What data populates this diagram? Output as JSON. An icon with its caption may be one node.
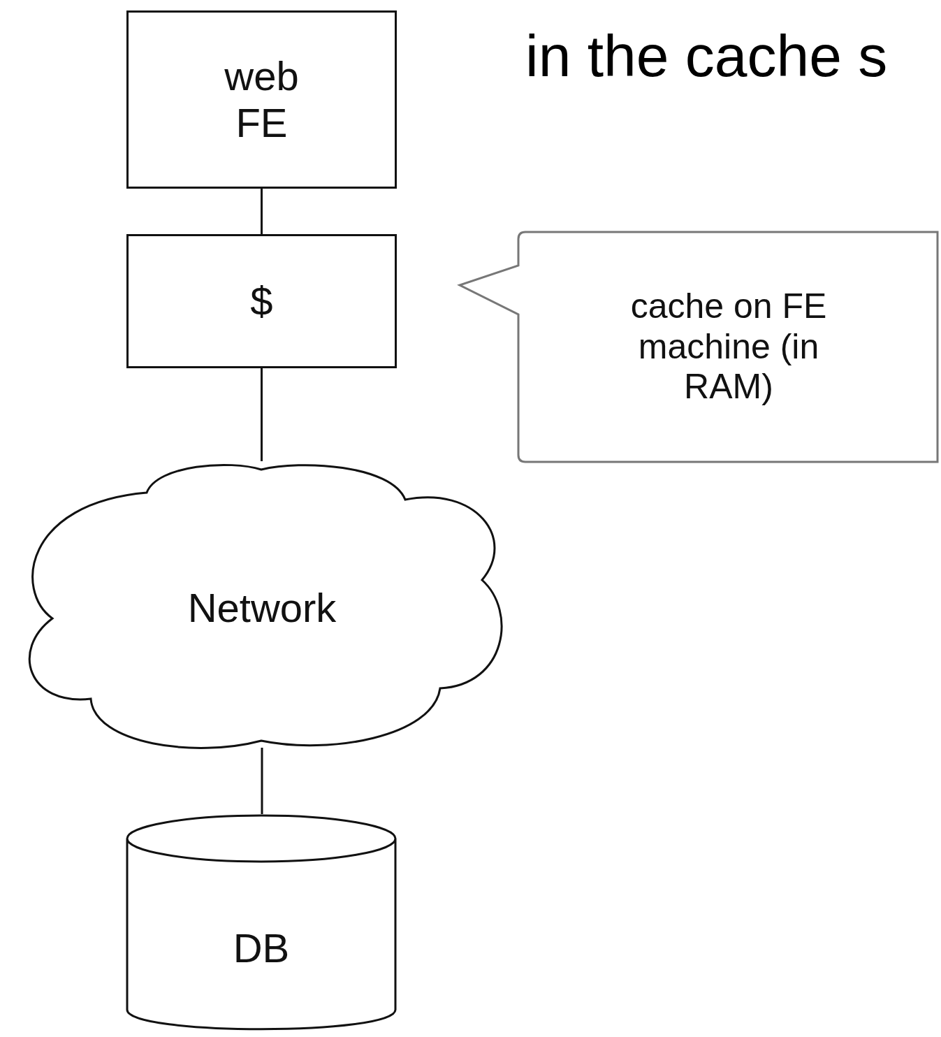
{
  "diagram": {
    "nodes": [
      {
        "text": [
          "web FE"
        ]
      },
      {
        "text": [
          "$"
        ]
      },
      {
        "text": [
          "Network"
        ]
      },
      {
        "text": [
          "DB"
        ]
      },
      {
        "text": [
          "cache on FE machine (in RAM)"
        ]
      }
    ],
    "edges": [
      {
        "from": 0,
        "to": 1,
        "arrow": "none"
      },
      {
        "from": 1,
        "to": 2,
        "arrow": "none"
      },
      {
        "from": 2,
        "to": 3,
        "arrow": "none"
      }
    ],
    "labels": [
      "in the cache s"
    ]
  }
}
